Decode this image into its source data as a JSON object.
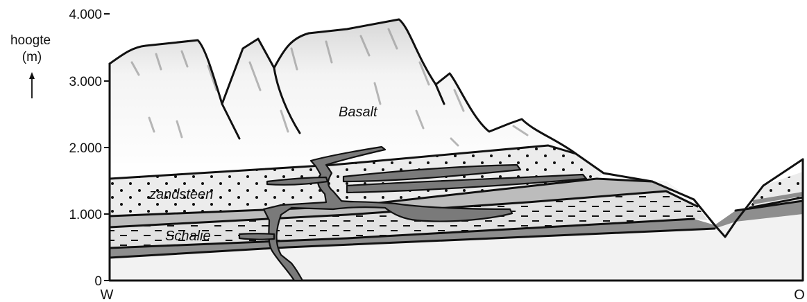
{
  "axis": {
    "title_line1": "hoogte",
    "title_line2": "(m)",
    "ticks": [
      {
        "value": 4000,
        "label": "4.000"
      },
      {
        "value": 3000,
        "label": "3.000"
      },
      {
        "value": 2000,
        "label": "2.000"
      },
      {
        "value": 1000,
        "label": "1.000"
      },
      {
        "value": 0,
        "label": "0"
      }
    ]
  },
  "directions": {
    "west": "W",
    "east": "O"
  },
  "layers": {
    "basalt": "Basalt",
    "sandstone": "zandsteen",
    "shale": "Schalie"
  },
  "colors": {
    "outline": "#111111",
    "intrusion": "#7a7a7a",
    "dark_band": "#8e8e8e",
    "sandstone_fill": "#ececec",
    "shale_fill": "#e2e2e2",
    "base_fill": "#f2f2f2",
    "basalt_shade": "#9a9a9a"
  }
}
